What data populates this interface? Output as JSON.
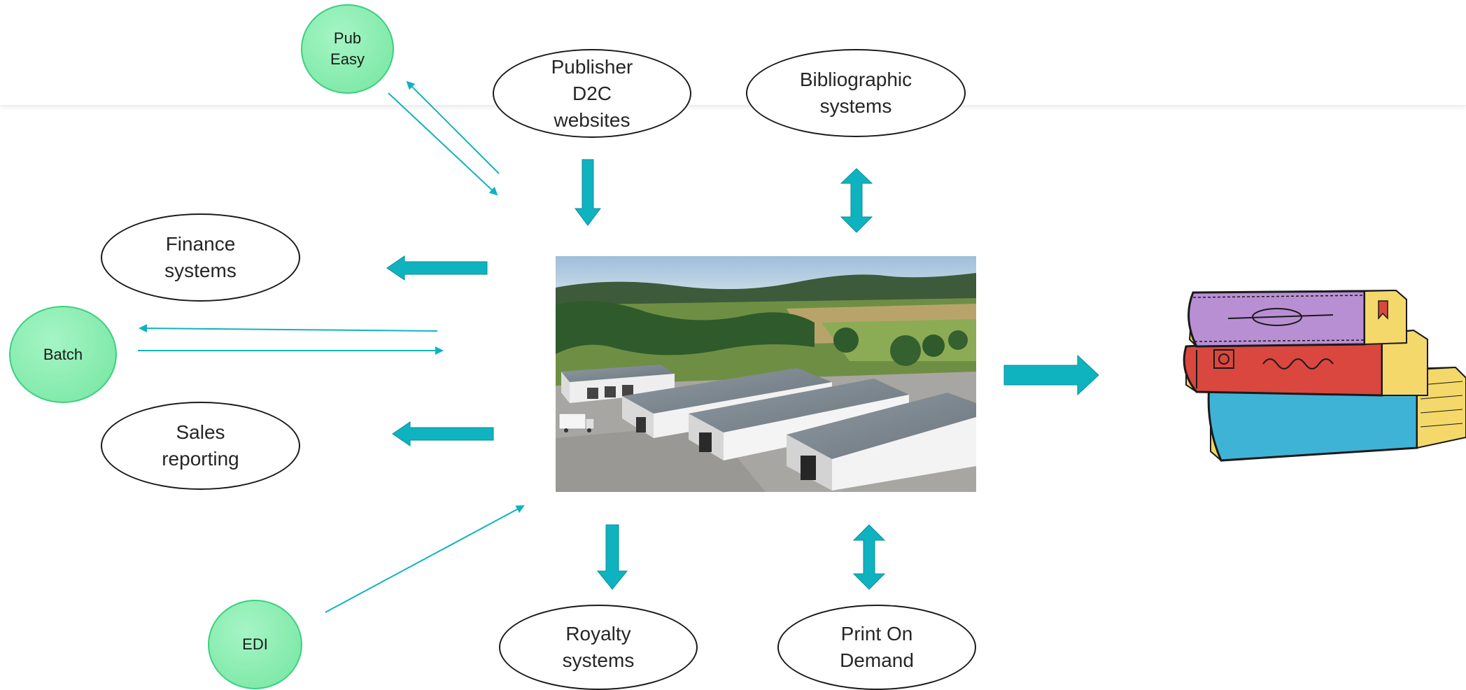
{
  "nodes": {
    "pub_easy": "Pub\nEasy",
    "batch": "Batch",
    "edi": "EDI",
    "publisher_d2c": "Publisher\nD2C\nwebsites",
    "bibliographic": "Bibliographic\nsystems",
    "finance": "Finance\nsystems",
    "sales_reporting": "Sales\nreporting",
    "royalty": "Royalty\nsystems",
    "print_on_demand": "Print On\nDemand"
  },
  "colors": {
    "teal_arrow": "#0fb3c0",
    "green_circle": "#8deeb3",
    "ellipse_border": "#1a1a1a"
  },
  "images": {
    "center": "warehouse-photo",
    "right": "book-stack-illustration"
  }
}
